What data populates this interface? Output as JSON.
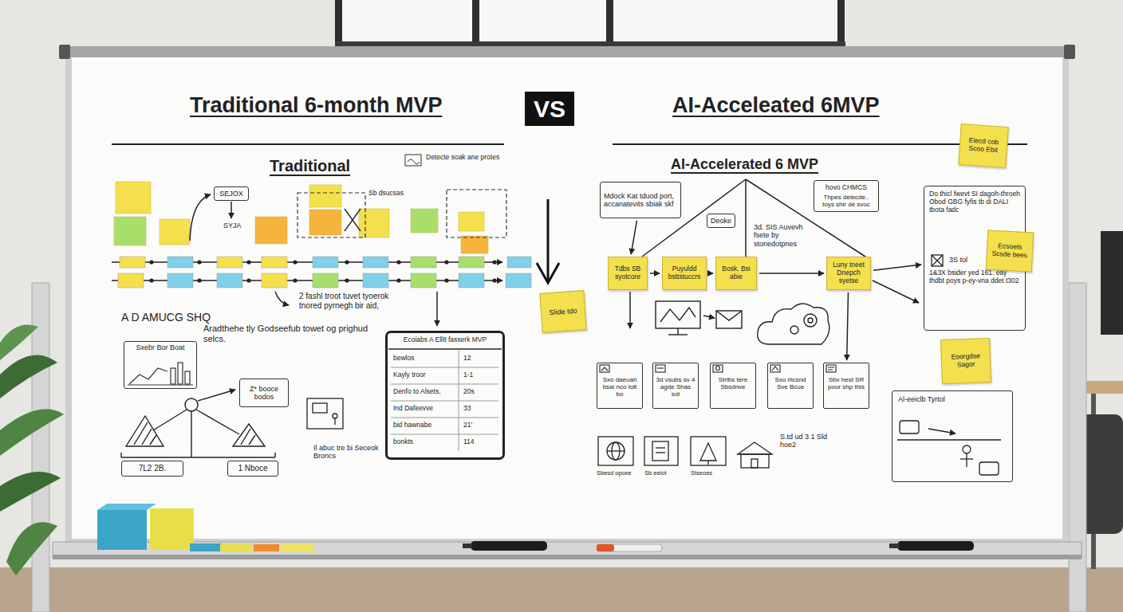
{
  "diagram": {
    "nodes": [
      {
        "text": [
          "SEJOX"
        ]
      },
      {
        "text": [
          "Sxebr Bor Boat"
        ]
      },
      {
        "text": [
          "Z* booce bodos"
        ]
      },
      {
        "text": [
          "7L2 2B."
        ]
      },
      {
        "text": [
          "1 Nboce"
        ]
      },
      {
        "text": [
          "Ecoiabs A Ell8 fasserk MVP"
        ]
      },
      {
        "text": [
          "Slide tdo"
        ]
      },
      {
        "text": [
          "Mdock Kat tduod port, accanatevits sbiak skf"
        ]
      },
      {
        "text": [
          "Deoke"
        ]
      },
      {
        "text": [
          "hovo CHMCS",
          "Thpes delecde.. toys shir de svoc"
        ]
      },
      {
        "text": [
          "Tdbs SB syotcore"
        ]
      },
      {
        "text": [
          "Puyuldd bsttstuccrs"
        ]
      },
      {
        "text": [
          "Bosk. Bsi abie"
        ]
      },
      {
        "text": [
          "Luny tneet Dnepch syetse"
        ]
      },
      {
        "text": [
          "Do thicl fwevt SI dagoh-throeh Obod GBG fyfis tb di DALI tbota fadc",
          "1&3X bsider yed 161. eay thdbt poys p-ey-vna ddet t302"
        ]
      },
      {
        "text": [
          "Ecsoets Scsde bees"
        ],
        "in": 14
      },
      {
        "text": [
          "Elecd cob Scoo Ebit"
        ]
      },
      {
        "text": [
          "Eoorgdse Sagor"
        ]
      },
      {
        "text": [
          "Sxo daeuah bsai nco tolt bo"
        ]
      },
      {
        "text": [
          "3d vsubs sv 4 agde Shas sot"
        ]
      },
      {
        "text": [
          "Strlbs tere Sbsdnve"
        ]
      },
      {
        "text": [
          "Sxo rlicsnd Sve Bcue"
        ]
      },
      {
        "text": [
          "Sbv hest SR pour shp thls"
        ]
      },
      {
        "text": [
          "Al-eeiclb Tyrtol"
        ]
      }
    ],
    "edges": [
      {
        "from": 7,
        "to": 10,
        "arrow": "to"
      },
      {
        "from": 10,
        "to": 11,
        "arrow": "to"
      },
      {
        "from": 11,
        "to": 12,
        "arrow": "to"
      },
      {
        "from": 12,
        "to": 13,
        "arrow": "to"
      },
      {
        "from": 13,
        "to": 14,
        "arrow": "to"
      },
      {
        "from": 13,
        "to": 22,
        "arrow": "to"
      }
    ],
    "labels": [
      "Traditional 6-month MVP",
      "VS",
      "AI-Acceleated 6MVP",
      "Traditional",
      "AI-Accelerated 6 MVP",
      "Detecte soak ane protes",
      "Sb dsucsas",
      "SYJA",
      "2 fashl troot tuvet tyoerok tnored pyrnegh bir aid,",
      "A D AMUCG SHQ",
      "Aradthehe tly Godseefub towet og prighud selcs.",
      "Il abuc tre bi Seceok Broncs",
      "bewlos",
      "12",
      "Kayly troor",
      "1-1",
      "Denfo to Alsets,",
      "20s",
      "Ind Dafeevve",
      "33",
      "bid hawnabe",
      "21'",
      "bonkts",
      "114",
      "3d. SIS Auvevh fsete by stonedotpnes",
      "3S tol",
      "S.td ud 3 1 Sld hoe2",
      "Sbesd opoxe",
      "Sb eeiot",
      "Stseoes"
    ]
  }
}
